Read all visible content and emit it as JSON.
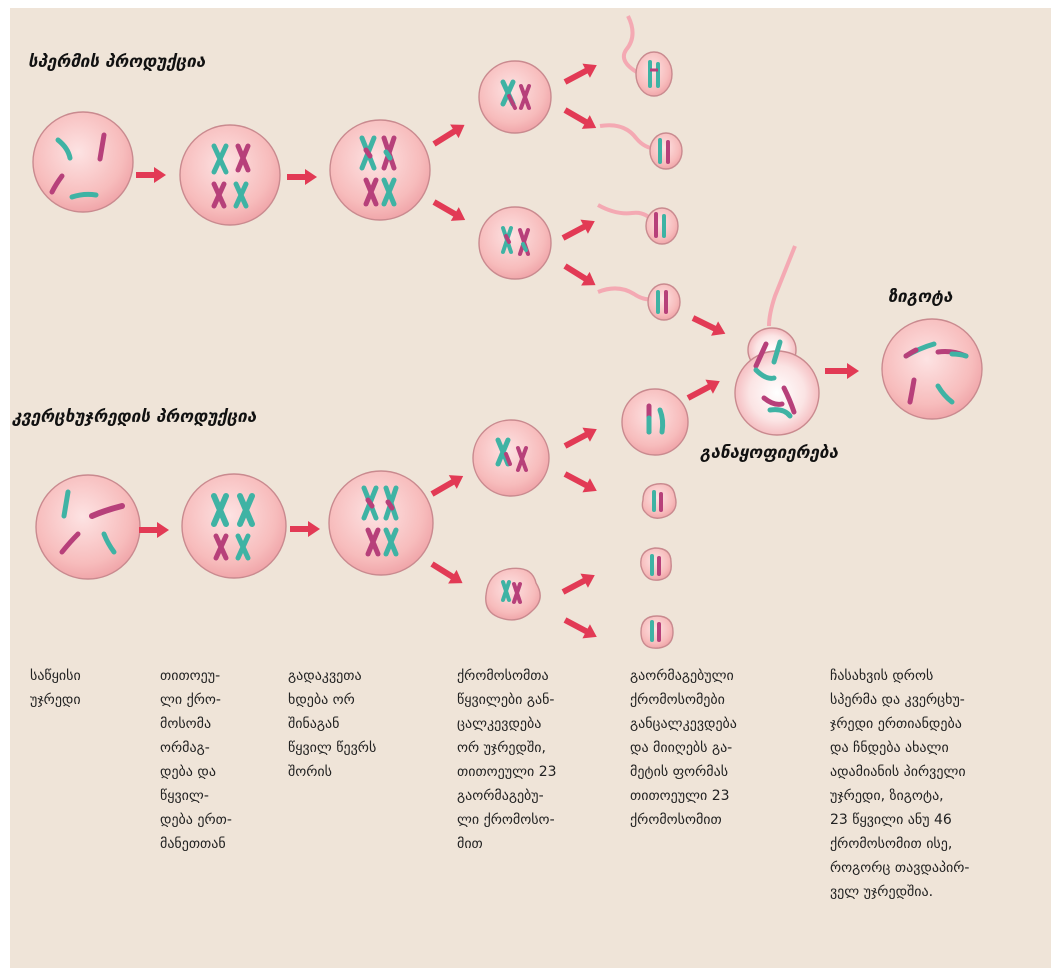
{
  "labels": {
    "sperm_production": "სპერმის პროდუქცია",
    "egg_production": "კვერცხუჯრედის პროდუქცია",
    "zygote": "ზიგოტა",
    "fertilization": "განაყოფიერება"
  },
  "captions": [
    "საწყისი\nუჯრედი",
    "თითოეუ-\nლი ქრო-\nმოსომა\nორმაგ-\nდება და\nწყვილ-\nდება ერთ-\nმანეთთან",
    "გადაკვეთა\nხდება ორ\nშინაგან\nწყვილ წევრს\nშორის",
    "ქრომოსომთა\nწყვილები გან-\nცალკევდება\nორ უჯრედში,\nთითოეული 23\nგაორმაგებუ-\nლი ქრომოსო-\nმით",
    "გაორმაგებული\nქრომოსომები\nგანცალკევდება\nდა მიიღებს გა-\nმეტის ფორმას\nთითოეული 23\nქრომოსომით",
    "ჩასახვის დროს\nსპერმა და კვერცხუ-\nჯრედი ერთიანდება\nდა ჩნდება ახალი\nადამიანის პირველი\nუჯრედი, ზიგოტა,\n23 წყვილი ანუ 46\nქრომოსომით ისე,\nროგორც თავდაპირ-\nველ უჯრედშია."
  ],
  "colors": {
    "background": "#efe4d8",
    "cell": "#f7bfbf",
    "cell_outline": "#c98a8f",
    "arrow": "#e23a55",
    "chromosome_teal": "#3fb3a4",
    "chromosome_magenta": "#b7407a"
  }
}
